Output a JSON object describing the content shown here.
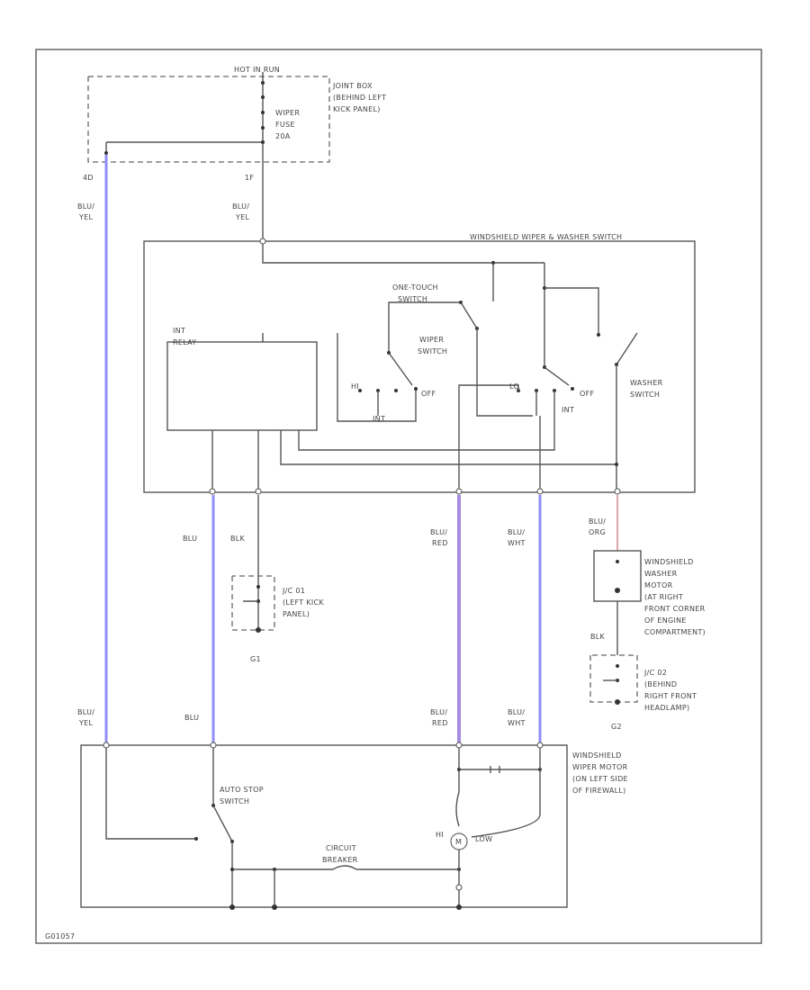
{
  "diagram": {
    "hot_label": "HOT IN RUN",
    "joint_box": "JOINT BOX (BEHIND LEFT KICK PANEL)",
    "joint_box_l1": "JOINT BOX",
    "joint_box_l2": "(BEHIND LEFT",
    "joint_box_l3": "KICK PANEL)",
    "fuse_l1": "WIPER",
    "fuse_l2": "FUSE",
    "fuse_l3": "20A",
    "pin_left": "4D",
    "pin_right": "1F",
    "wire_blu_yel_l1": "BLU/",
    "wire_blu_yel_l2": "YEL",
    "switch_title": "WINDSHIELD WIPER & WASHER SWITCH",
    "int_relay_l1": "INT",
    "int_relay_l2": "RELAY",
    "one_touch_l1": "ONE-TOUCH",
    "one_touch_l2": "SWITCH",
    "wiper_switch_l1": "WIPER",
    "wiper_switch_l2": "SWITCH",
    "washer_switch_l1": "WASHER",
    "washer_switch_l2": "SWITCH",
    "pos_off": "OFF",
    "pos_int": "INT",
    "pos_hi": "HI",
    "pos_lo": "LO",
    "wire_blu": "BLU",
    "wire_blk": "BLK",
    "wire_blu_red_l1": "BLU/",
    "wire_blu_red_l2": "RED",
    "wire_blu_wht_l1": "BLU/",
    "wire_blu_wht_l2": "WHT",
    "wire_blu_org_l1": "BLU/",
    "wire_blu_org_l2": "ORG",
    "jc01_l1": "J/C 01",
    "jc01_l2": "(LEFT KICK",
    "jc01_l3": "PANEL)",
    "g01": "G1",
    "washer_motor_l1": "WINDSHIELD",
    "washer_motor_l2": "WASHER",
    "washer_motor_l3": "MOTOR",
    "washer_motor_l4": "(AT RIGHT",
    "washer_motor_l5": "FRONT CORNER",
    "washer_motor_l6": "OF ENGINE",
    "washer_motor_l7": "COMPARTMENT)",
    "jc02_l1": "J/C 02",
    "jc02_l2": "(BEHIND",
    "jc02_l3": "RIGHT FRONT",
    "jc02_l4": "HEADLAMP)",
    "g02": "G2",
    "wiper_motor_l1": "WINDSHIELD",
    "wiper_motor_l2": "WIPER MOTOR",
    "wiper_motor_l3": "(ON LEFT SIDE",
    "wiper_motor_l4": "OF FIREWALL)",
    "auto_stop_l1": "AUTO STOP",
    "auto_stop_l2": "SWITCH",
    "circuit_breaker_l1": "CIRCUIT",
    "circuit_breaker_l2": "BREAKER",
    "motor_hi": "HI",
    "motor_low": "LOW",
    "motor_m": "M",
    "footer_code": "G01057"
  }
}
